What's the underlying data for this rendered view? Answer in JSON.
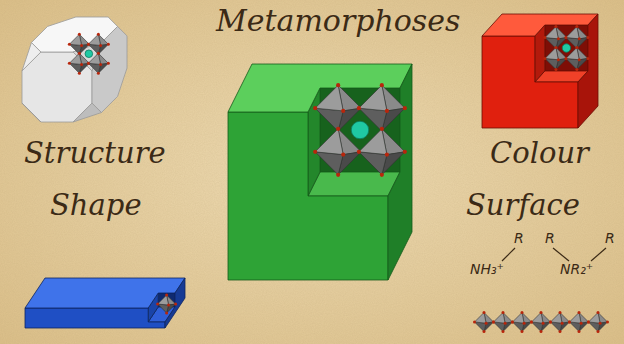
{
  "diagram": {
    "title": "Metamorphoses",
    "labels": [
      "Structure",
      "Colour",
      "Shape",
      "Surface",
      "R",
      "R",
      "R",
      "NH₃⁺",
      "NR₂⁺"
    ]
  }
}
